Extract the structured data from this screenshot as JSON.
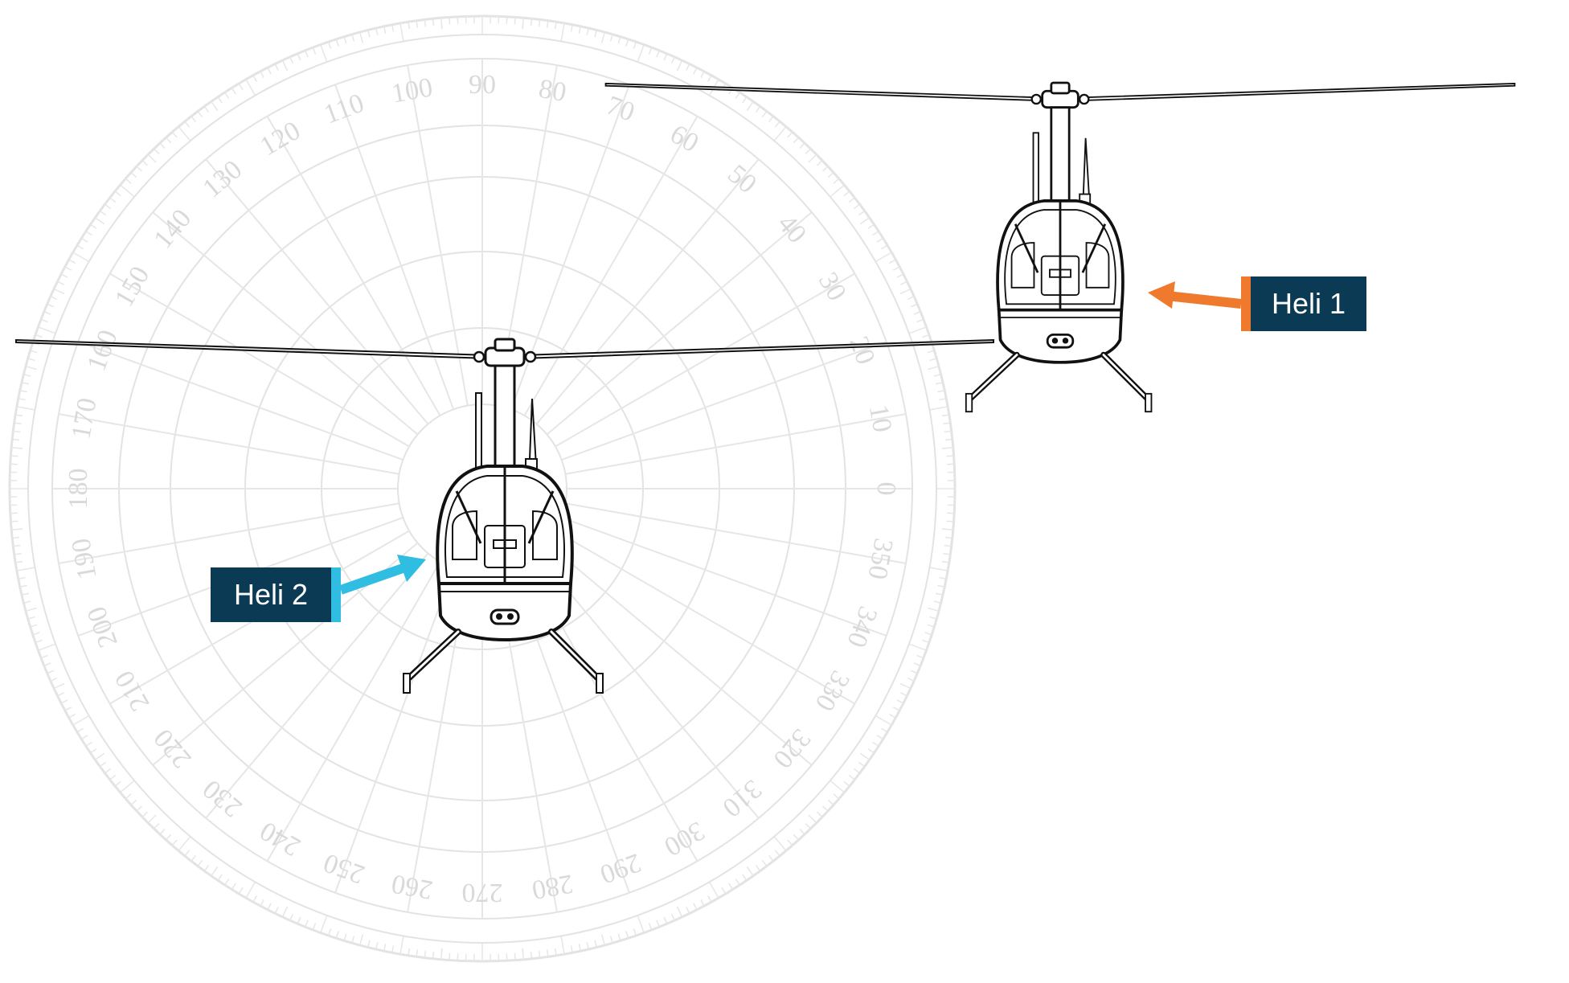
{
  "labels": {
    "heli1": "Heli 1",
    "heli2": "Heli 2"
  },
  "protractor": {
    "degree_labels": [
      "0",
      "10",
      "20",
      "30",
      "40",
      "50",
      "60",
      "70",
      "80",
      "90",
      "100",
      "110",
      "120",
      "130",
      "140",
      "150",
      "160",
      "170",
      "180",
      "190",
      "200",
      "210",
      "220",
      "230",
      "240",
      "250",
      "260",
      "270",
      "280",
      "290",
      "300",
      "310",
      "320",
      "330",
      "340",
      "350"
    ]
  },
  "colors": {
    "heli1_accent": "#ef7a2e",
    "heli2_accent": "#2fbde2",
    "label_background": "#0b3a55",
    "label_text": "#ffffff",
    "protractor_line": "#e3e3e3",
    "protractor_text": "#d9d9d9",
    "helicopter_outline": "#111111"
  },
  "icons": {
    "heli1": "helicopter-front-view-icon",
    "heli2": "helicopter-front-view-icon",
    "arrows": "arrow-icon"
  }
}
